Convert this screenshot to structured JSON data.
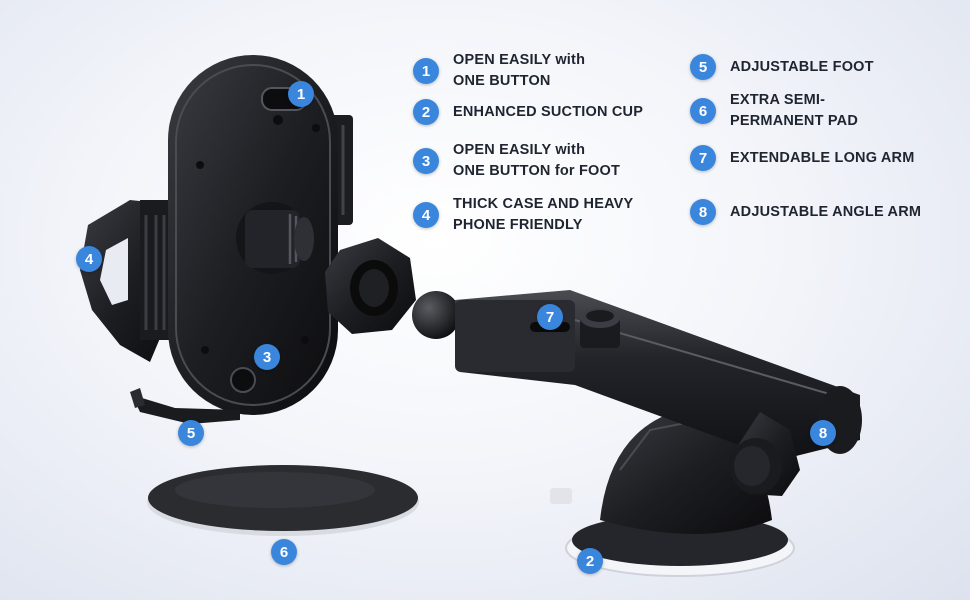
{
  "features": [
    {
      "number": "1",
      "line1": "OPEN EASILY with",
      "line2": "ONE BUTTON"
    },
    {
      "number": "2",
      "line1": "ENHANCED SUCTION CUP",
      "line2": ""
    },
    {
      "number": "3",
      "line1": "OPEN EASILY with",
      "line2": "ONE BUTTON for FOOT"
    },
    {
      "number": "4",
      "line1": "THICK CASE AND HEAVY",
      "line2": "PHONE FRIENDLY"
    },
    {
      "number": "5",
      "line1": "ADJUSTABLE FOOT",
      "line2": ""
    },
    {
      "number": "6",
      "line1": "EXTRA SEMI-",
      "line2": "PERMANENT PAD"
    },
    {
      "number": "7",
      "line1": "EXTENDABLE LONG ARM",
      "line2": ""
    },
    {
      "number": "8",
      "line1": "ADJUSTABLE ANGLE ARM",
      "line2": ""
    }
  ],
  "callouts": [
    "1",
    "2",
    "3",
    "4",
    "5",
    "6",
    "7",
    "8"
  ],
  "colors": {
    "badge": "#3a86dd",
    "text": "#1f2530",
    "product": "#1b1c1f"
  }
}
